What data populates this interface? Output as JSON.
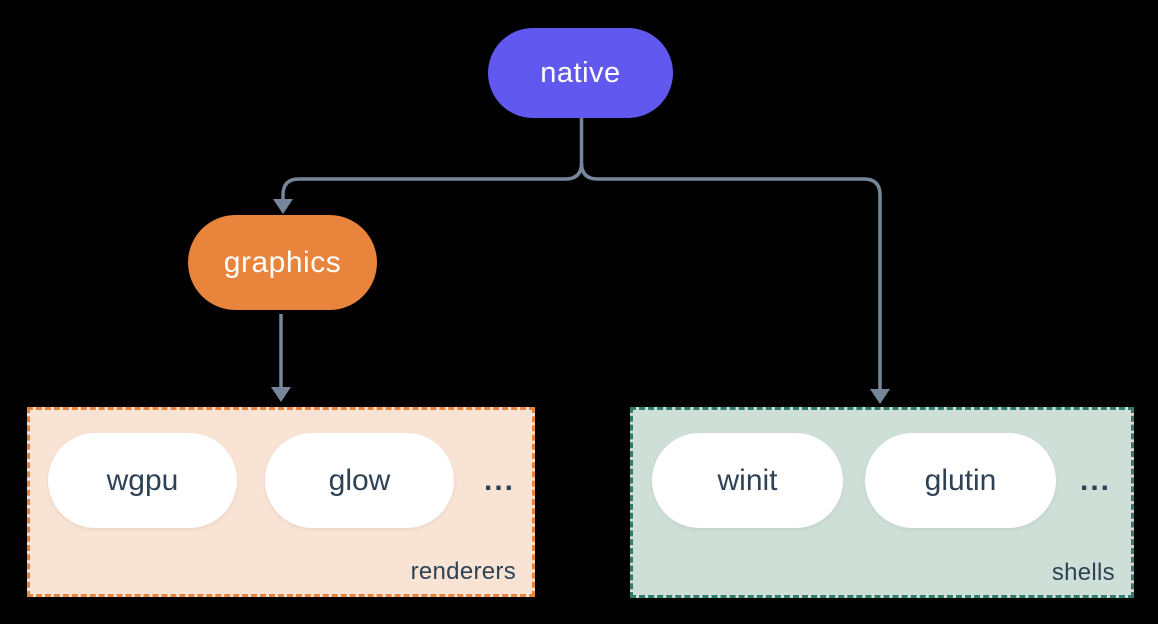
{
  "diagram": {
    "background_color": "#000000",
    "connector_color": "#76879B",
    "nodes": {
      "native": {
        "label": "native",
        "fill": "#6159EF",
        "text_color": "#FFFFFF"
      },
      "graphics": {
        "label": "graphics",
        "fill": "#E8843C",
        "text_color": "#FFFFFF"
      }
    },
    "groups": {
      "renderers": {
        "label": "renderers",
        "fill": "#F8E3D4",
        "border_color": "#E8843C",
        "border_style": "dashed",
        "item_fill": "#FFFFFF",
        "item_text_color": "#2F4255",
        "items": [
          "wgpu",
          "glow"
        ],
        "ellipsis": "..."
      },
      "shells": {
        "label": "shells",
        "fill": "#CEDFD8",
        "border_color": "#2E7D6E",
        "border_style": "dashed",
        "item_fill": "#FFFFFF",
        "item_text_color": "#2F4255",
        "items": [
          "winit",
          "glutin"
        ],
        "ellipsis": "..."
      }
    },
    "edges": [
      {
        "from": "native",
        "to": "graphics"
      },
      {
        "from": "native",
        "to": "shells"
      },
      {
        "from": "graphics",
        "to": "renderers"
      }
    ]
  }
}
